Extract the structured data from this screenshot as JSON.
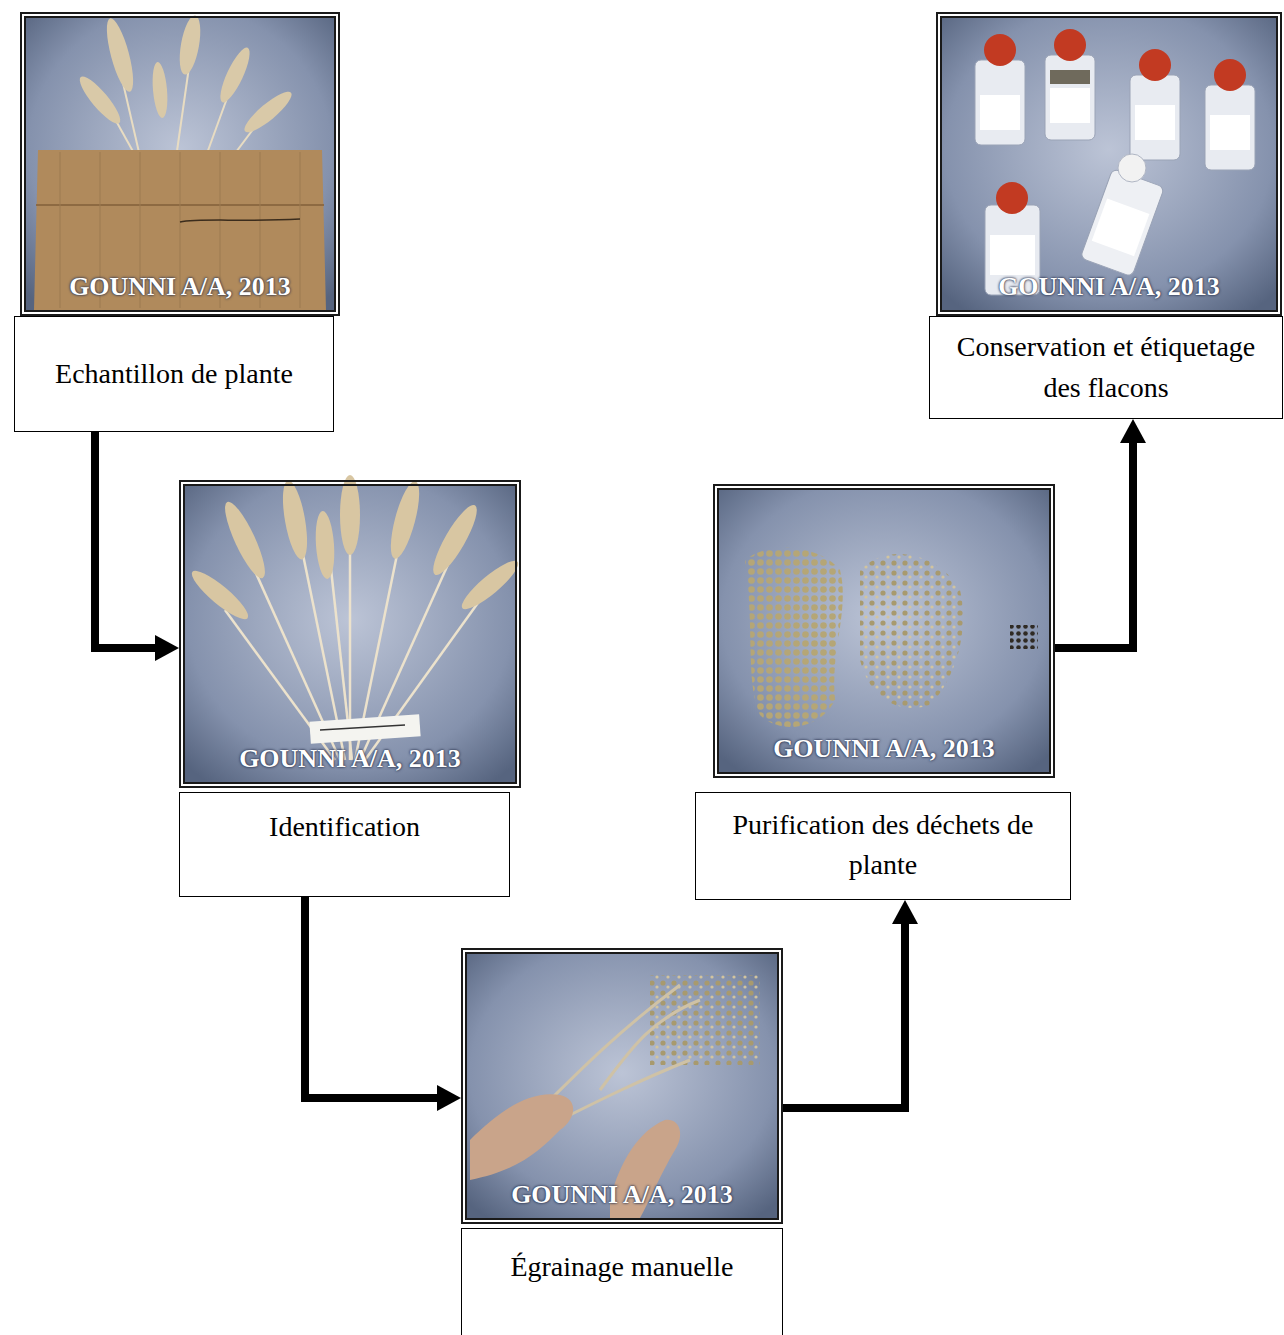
{
  "diagram": {
    "nodes": [
      {
        "text": [
          "GOUNNI A/A, 2013"
        ]
      },
      {
        "text": [
          "Echantillon de plante"
        ]
      },
      {
        "text": [
          "GOUNNI A/A, 2013"
        ]
      },
      {
        "text": [
          "Identification"
        ]
      },
      {
        "text": [
          "GOUNNI A/A, 2013"
        ]
      },
      {
        "text": [
          "Égrainage manuelle"
        ]
      },
      {
        "text": [
          "GOUNNI A/A, 2013"
        ]
      },
      {
        "text": [
          "Purification des déchets de plante"
        ]
      },
      {
        "text": [
          "GOUNNI A/A, 2013"
        ]
      },
      {
        "text": [
          "Conservation et étiquetage des flacons"
        ]
      }
    ],
    "edges": [
      {
        "from": 1,
        "to": 2,
        "arrow": "to"
      },
      {
        "from": 3,
        "to": 4,
        "arrow": "to"
      },
      {
        "from": 4,
        "to": 7,
        "arrow": "to"
      },
      {
        "from": 6,
        "to": 9,
        "arrow": "to"
      }
    ]
  }
}
